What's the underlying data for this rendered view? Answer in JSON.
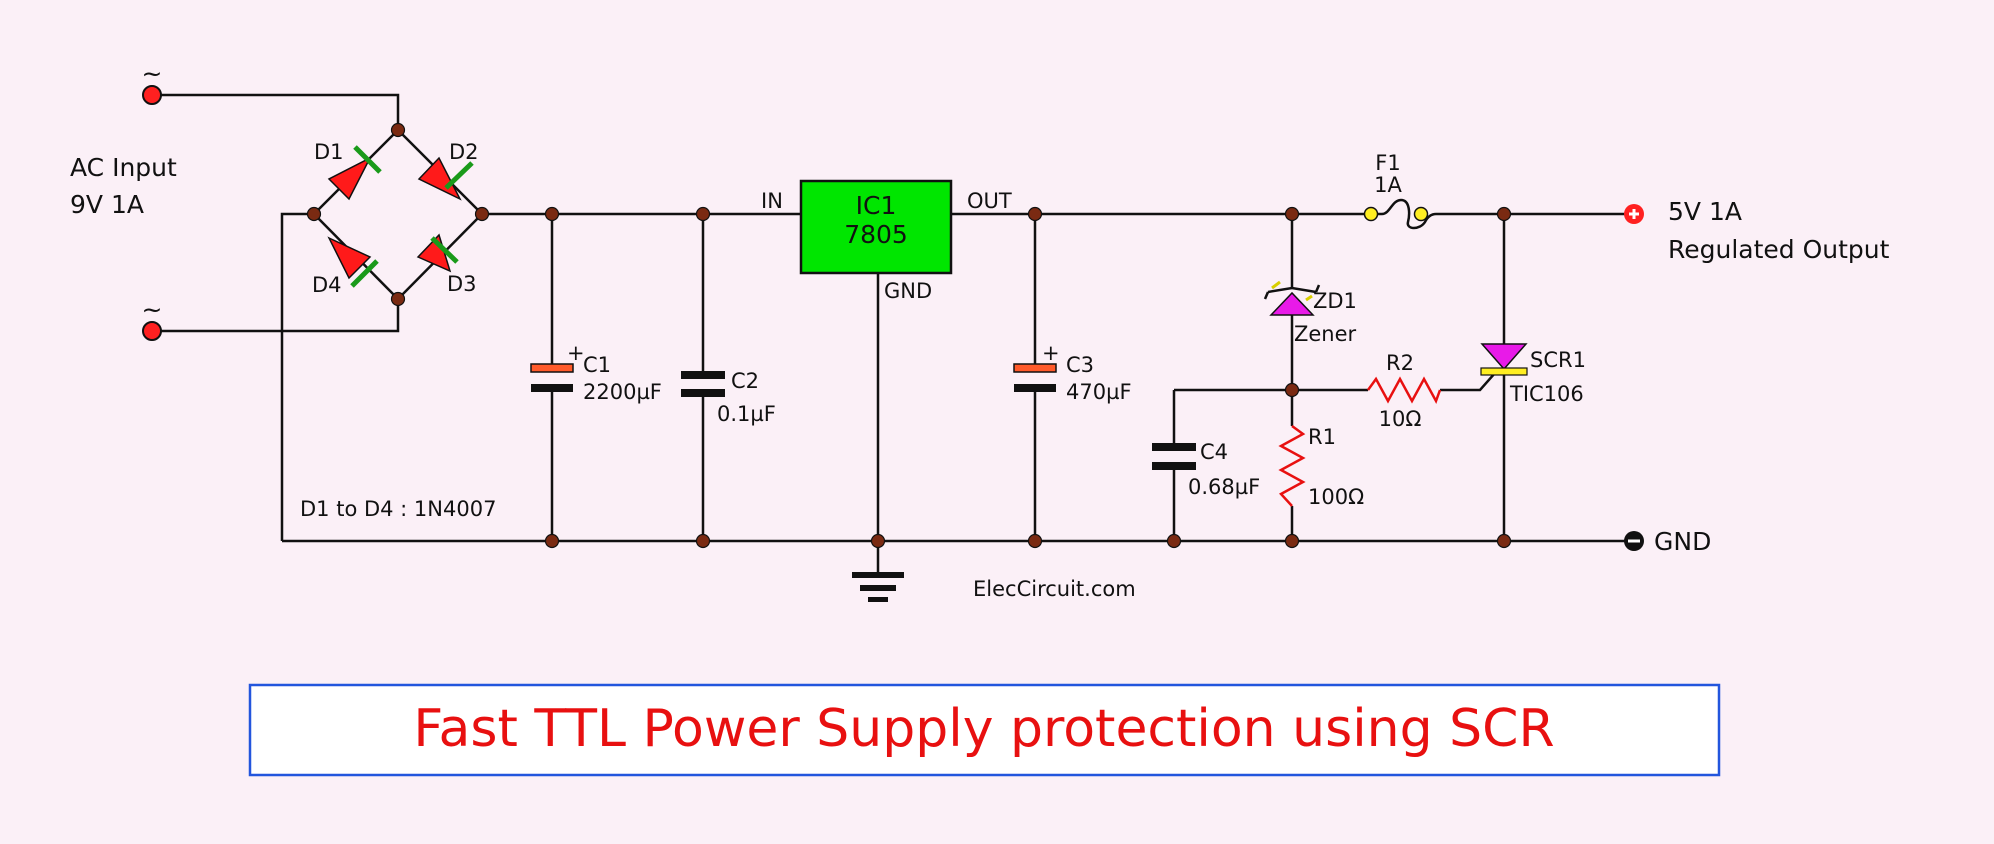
{
  "ac_input": {
    "line1": "AC Input",
    "line2": "9V 1A",
    "tilde": "~"
  },
  "bridge": {
    "d1": "D1",
    "d2": "D2",
    "d3": "D3",
    "d4": "D4",
    "note": "D1 to D4 : 1N4007"
  },
  "c1": {
    "name": "C1",
    "value": "2200µF",
    "plus": "+"
  },
  "c2": {
    "name": "C2",
    "value": "0.1µF"
  },
  "ic1": {
    "name": "IC1",
    "part": "7805",
    "in": "IN",
    "out": "OUT",
    "gnd": "GND"
  },
  "c3": {
    "name": "C3",
    "value": "470µF",
    "plus": "+"
  },
  "c4": {
    "name": "C4",
    "value": "0.68µF"
  },
  "f1": {
    "name": "F1",
    "value": "1A"
  },
  "zd1": {
    "name": "ZD1",
    "type": "Zener"
  },
  "r1": {
    "name": "R1",
    "value": "100Ω"
  },
  "r2": {
    "name": "R2",
    "value": "10Ω"
  },
  "scr1": {
    "name": "SCR1",
    "part": "TIC106"
  },
  "output": {
    "voltage": "5V 1A",
    "label": "Regulated Output",
    "gnd": "GND"
  },
  "watermark": "ElecCircuit.com",
  "title": "Fast TTL Power Supply protection using SCR",
  "colors": {
    "background": "#fbf0f7",
    "ic_fill": "#00e600",
    "diode_red": "#ff1a1a",
    "zener_magenta": "#e81ae8",
    "title_red": "#e81010",
    "title_border": "#2255dd"
  }
}
